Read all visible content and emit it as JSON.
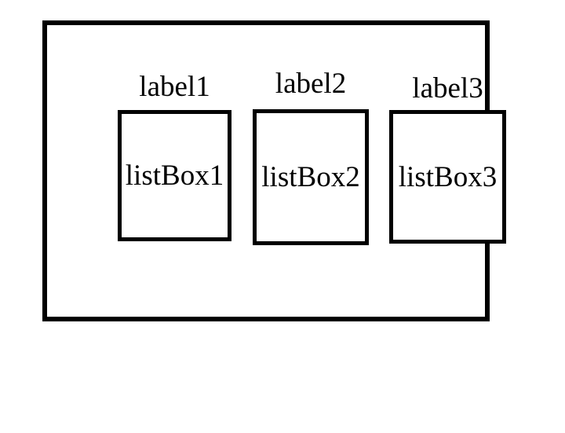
{
  "colors": {
    "background": "#ffffff",
    "border": "#000000",
    "text": "#000000"
  },
  "panel": {
    "columns": [
      {
        "label": "label1",
        "listbox": "listBox1"
      },
      {
        "label": "label2",
        "listbox": "listBox2"
      },
      {
        "label": "label3",
        "listbox": "listBox3"
      }
    ]
  }
}
